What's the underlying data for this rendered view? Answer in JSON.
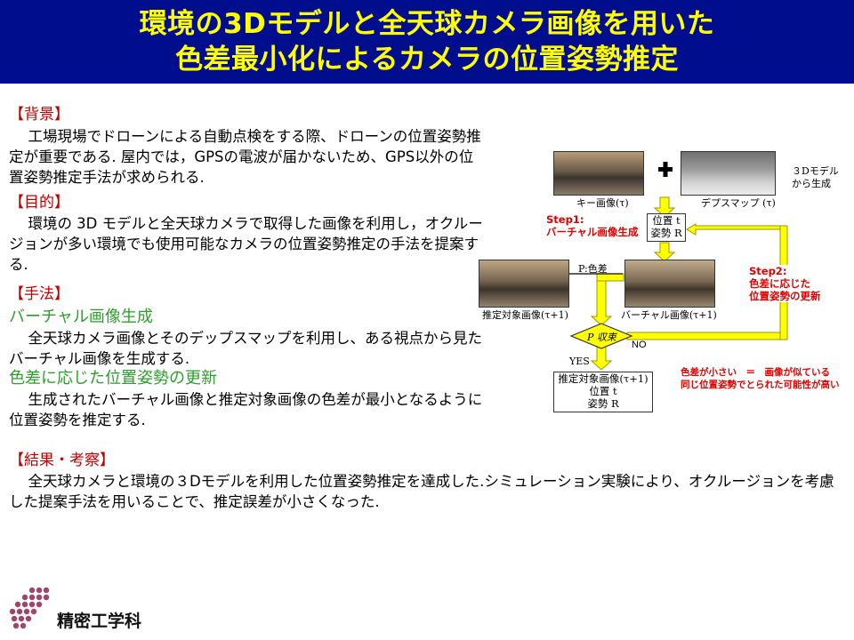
{
  "title": {
    "line1": "環境の3Dモデルと全天球カメラ画像を用いた",
    "line2": "色差最小化によるカメラの位置姿勢推定"
  },
  "background": {
    "heading": "【背景】",
    "body": "工場現場でドローンによる自動点検をする際、ドローンの位置姿勢推定が重要である. 屋内では，GPSの電波が届かないため、GPS以外の位置姿勢推定手法が求められる."
  },
  "purpose": {
    "heading": "【目的】",
    "body": "環境の 3D モデルと全天球カメラで取得した画像を利用し，オクルージョンが多い環境でも使用可能なカメラの位置姿勢推定の手法を提案する."
  },
  "method": {
    "heading": "【手法】",
    "sub1": "バーチャル画像生成",
    "body1": "全天球カメラ画像とそのデップスマップを利用し、ある視点から見たバーチャル画像を生成する.",
    "sub2": "色差に応じた位置姿勢の更新",
    "body2": "生成されたバーチャル画像と推定対象画像の色差が最小となるように位置姿勢を推定する."
  },
  "results": {
    "heading": "【結果・考察】",
    "body": "全天球カメラと環境の３Dモデルを利用した位置姿勢推定を達成した.シミュレーション実験により、オクルージョンを考慮した提案手法を用いることで、推定誤差が小さくなった."
  },
  "diagram": {
    "key_image": "キー画像(τ)",
    "depth_map": "デプスマップ (τ)",
    "model_note_1": "３Dモデル",
    "model_note_2": "から生成",
    "pose_box_1": "位置 t",
    "pose_box_2": "姿勢 R",
    "step1_a": "Step1:",
    "step1_b": "バーチャル画像生成",
    "step2_a": "Step2:",
    "step2_b": "色差に応じた",
    "step2_c": "位置姿勢の更新",
    "color_diff": "P:色差",
    "target_image": "推定対象画像(τ+1)",
    "virtual_image": "バーチャル画像(τ+1)",
    "converge": "P 収束",
    "no_label": "NO",
    "yes_label": "YES",
    "result_box_1": "推定対象画像(τ+1)",
    "result_box_2": "位置 t",
    "result_box_3": "姿勢 R",
    "note_1": "色差が小さい　＝　画像が似ている",
    "note_2": "同じ位置姿勢でとられた可能性が高い"
  },
  "logo": {
    "text": "精密工学科"
  },
  "colors": {
    "title_bg": "#000d8c",
    "title_text": "#ffff00",
    "heading_red": "#c00000",
    "sub_green": "#2e9e2e",
    "arrow_yellow": "#ffff00",
    "step_red": "#e00000"
  }
}
